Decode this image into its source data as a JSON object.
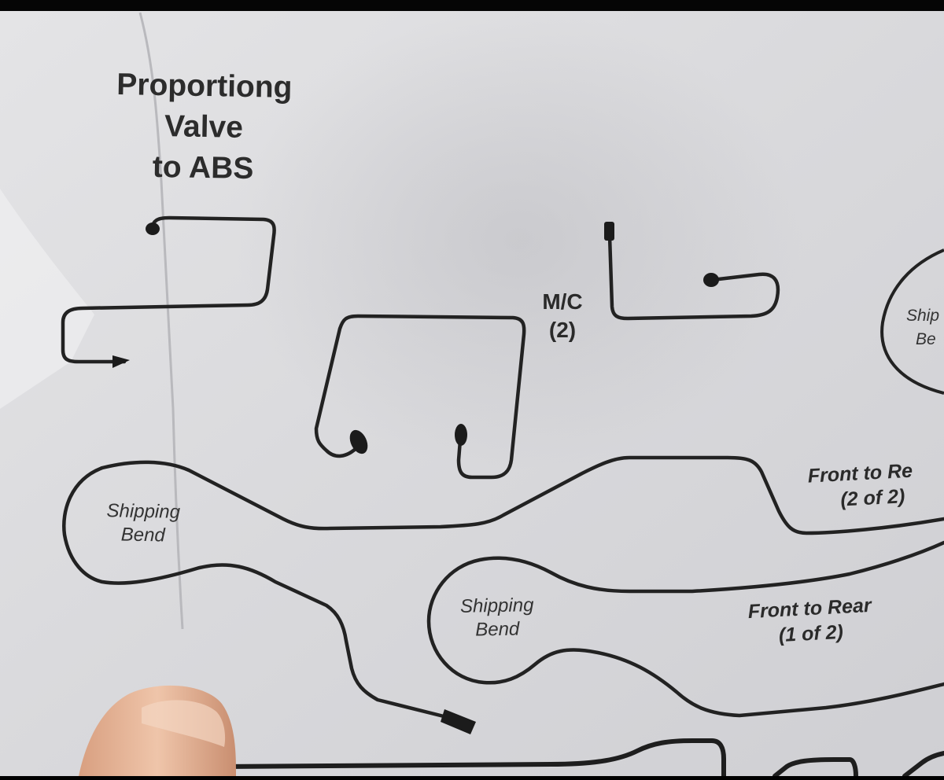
{
  "labels": {
    "pv_line1": "Proportiong",
    "pv_line2": "Valve",
    "pv_line3": "to ABS",
    "mc_line1": "M/C",
    "mc_line2": "(2)",
    "ship_left_1": "Shipping",
    "ship_left_2": "Bend",
    "ship_mid_1": "Shipping",
    "ship_mid_2": "Bend",
    "ship_right_1": "Ship",
    "ship_right_2": "Be",
    "f2r_2_line1": "Front to Re",
    "f2r_2_line2": "(2 of 2)",
    "f2r_1_line1": "Front to Rear",
    "f2r_1_line2": "(1 of 2)"
  },
  "colors": {
    "paper": "#dcdcde",
    "line": "#1f1f1f",
    "skin": "#e7b89a"
  }
}
